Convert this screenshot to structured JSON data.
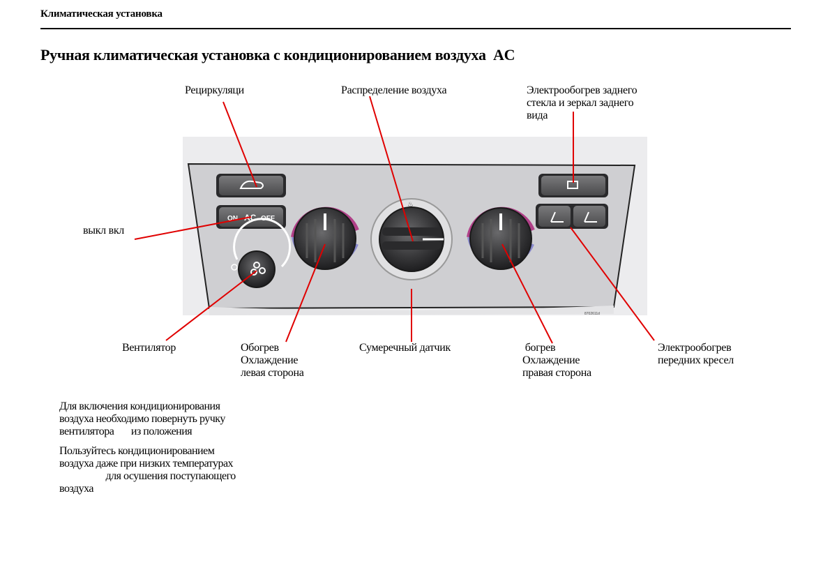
{
  "header": {
    "section": "Климатическая установка"
  },
  "title": "Ручная климатическая установка с кондиционированием воздуха  AC",
  "panel": {
    "ac_button": {
      "on": "ON",
      "ac": "AC",
      "off": "OFF"
    },
    "image_code": "8702611d",
    "icons": {
      "recirculation": "car-recirculation-icon",
      "rear_defrost": "rear-window-defrost-icon",
      "seat_heat_left": "seat-heater-icon",
      "seat_heat_right": "seat-heater-icon",
      "fan": "fan-icon"
    },
    "colors": {
      "panel": "#d3d3d5",
      "knob": "#3a3a3c",
      "warm": "#b04088",
      "line": "#e00000"
    }
  },
  "callouts": {
    "recirculation": "Рециркуляци",
    "air_distribution": "Распределение воздуха",
    "rear_defrost": "Электрообогрев заднего\nстекла и зеркал заднего\nвида",
    "ac_toggle": "выкл вкл",
    "fan": "Вентилятор",
    "left_temp": "Обогрев\nОхлаждение\nлевая сторона",
    "twilight_sensor": "Сумеречный датчик",
    "right_temp": " богрев\nОхлаждение\nправая сторона",
    "seat_heat": "Электрообогрев\nпередних кресел"
  },
  "body_text": [
    "Для включения кондиционирования\nвоздуха необходимо повернуть ручку\nвентилятора       из положения",
    "Пользуйтесь кондиционированием\nвоздуха даже при низких температурах\n                   для осушения поступающего\nвоздуха"
  ]
}
